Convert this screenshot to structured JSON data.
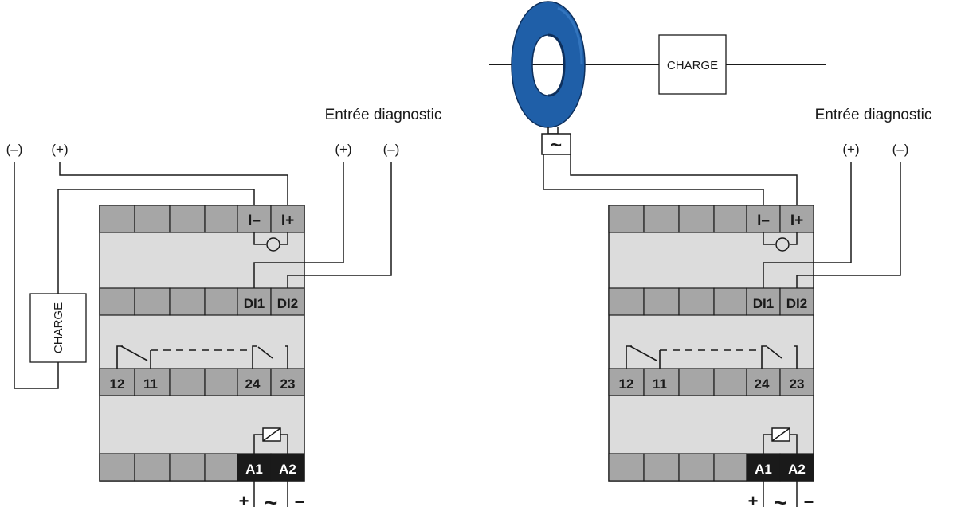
{
  "colors": {
    "module_fill": "#dcdcdc",
    "cell_fill": "#a6a6a6",
    "dark_cell_fill": "#1a1a1a",
    "toroid_blue": "#1f5fa8",
    "wire": "#1a1a1a"
  },
  "diagrams": [
    {
      "diagnostic_label": "Entrée diagnostic",
      "diag_plus": "(+)",
      "diag_minus": "(–)",
      "supply_minus": "(–)",
      "supply_plus": "(+)",
      "load_label": "CHARGE",
      "terminals": {
        "i_minus": "I–",
        "i_plus": "I+",
        "di1": "DI1",
        "di2": "DI2",
        "t12": "12",
        "t11": "11",
        "t24": "24",
        "t23": "23",
        "a1": "A1",
        "a2": "A2"
      },
      "power": {
        "plus": "+",
        "ac": "~",
        "minus": "–"
      }
    },
    {
      "diagnostic_label": "Entrée diagnostic",
      "diag_plus": "(+)",
      "diag_minus": "(–)",
      "load_label": "CHARGE",
      "sensor_symbol": "~",
      "terminals": {
        "i_minus": "I–",
        "i_plus": "I+",
        "di1": "DI1",
        "di2": "DI2",
        "t12": "12",
        "t11": "11",
        "t24": "24",
        "t23": "23",
        "a1": "A1",
        "a2": "A2"
      },
      "power": {
        "plus": "+",
        "ac": "~",
        "minus": "–"
      }
    }
  ]
}
